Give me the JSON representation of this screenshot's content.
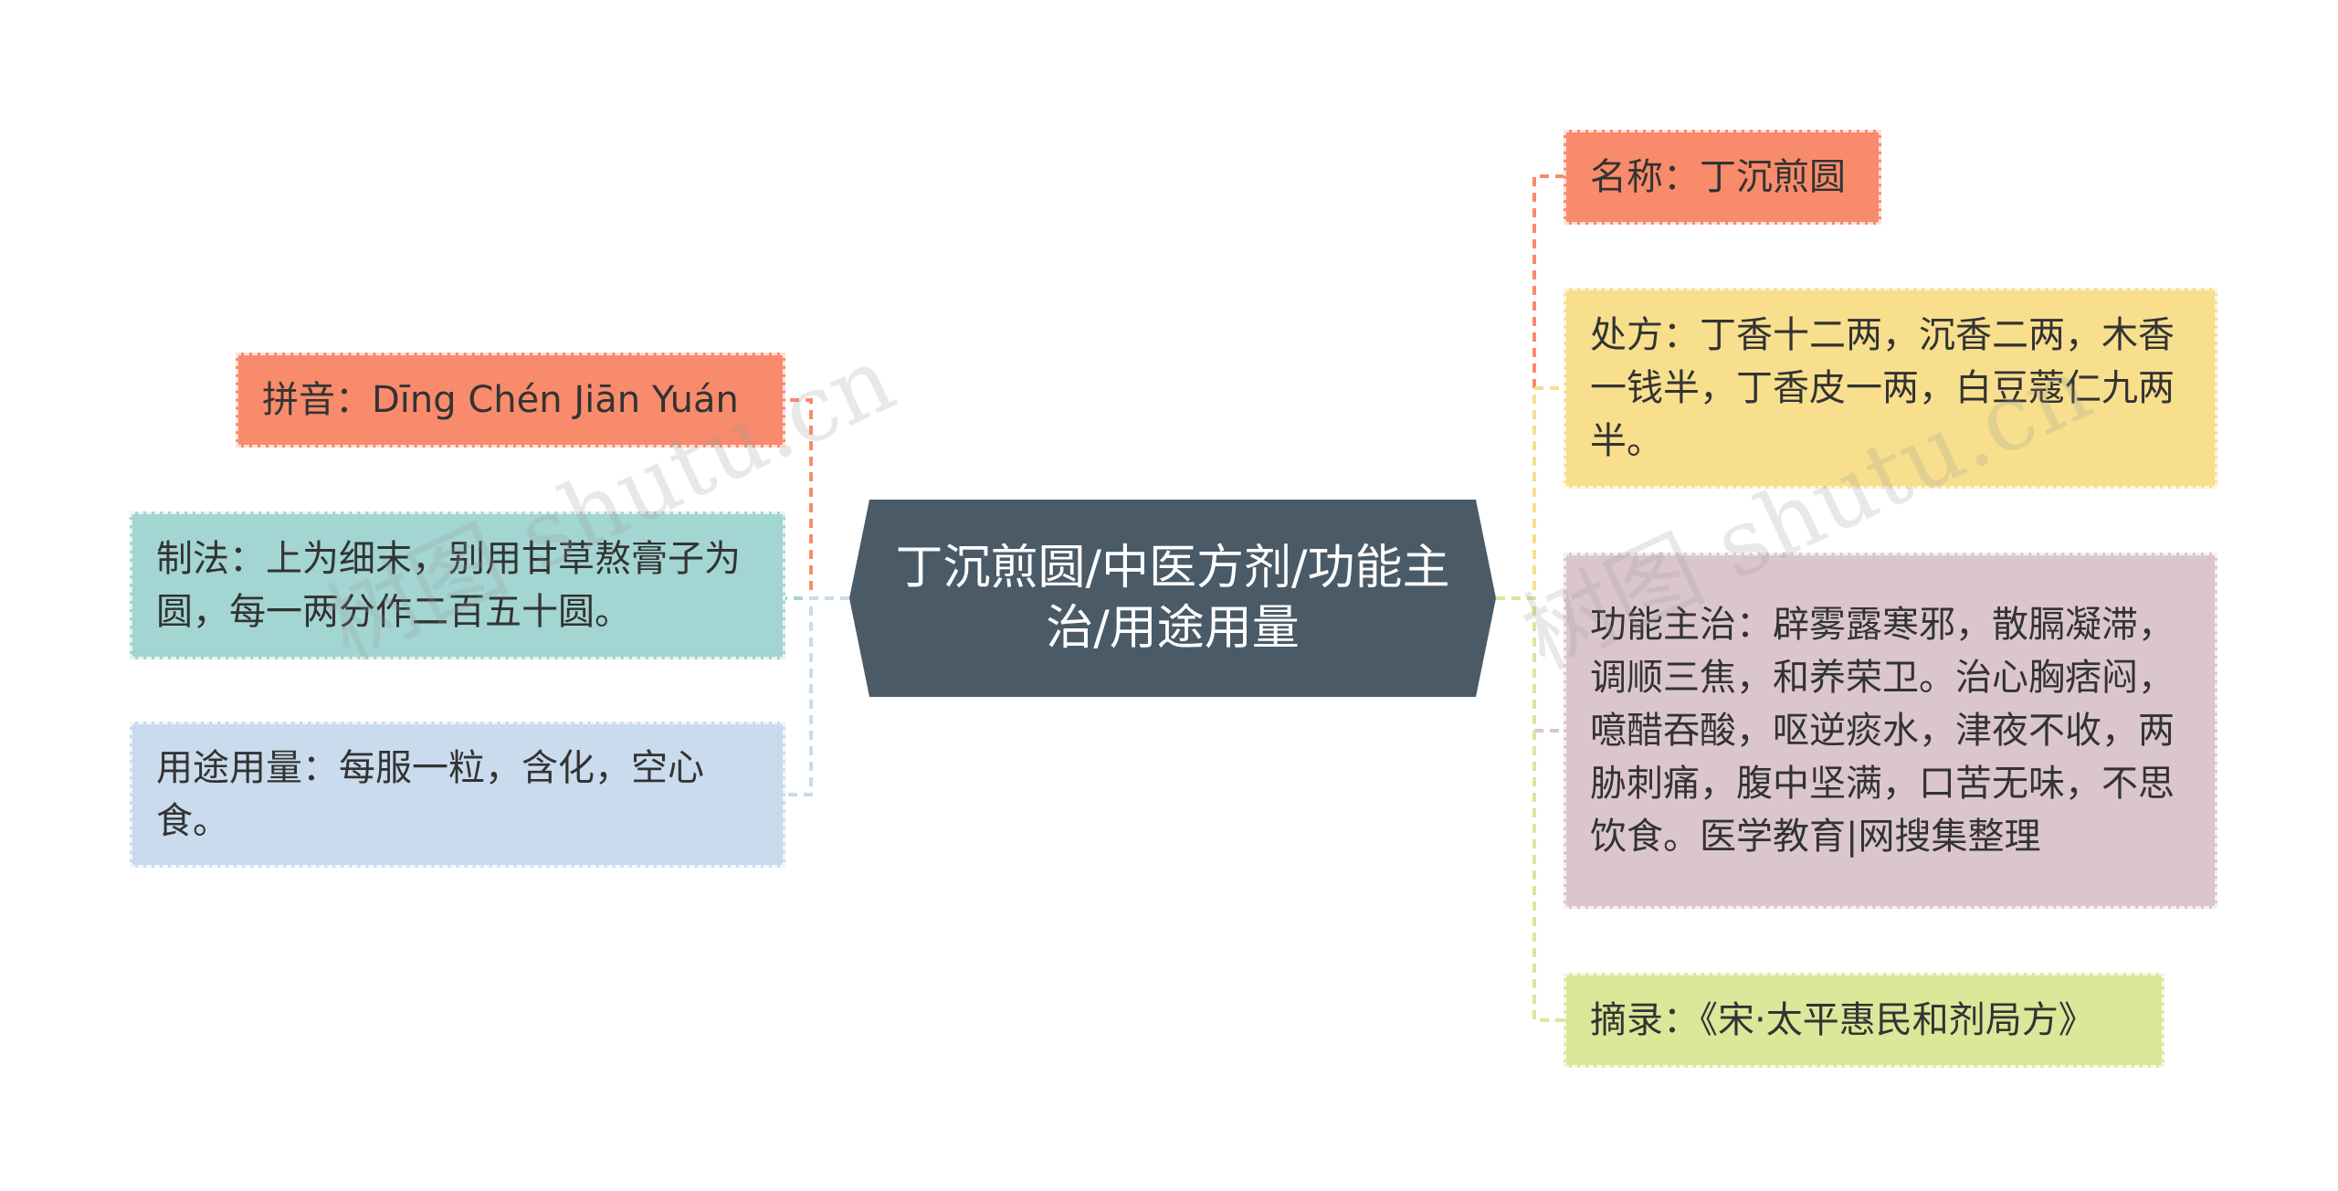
{
  "center": {
    "label": "丁沉煎圆/中医方剂/功能主治/用途用量",
    "color": "#4a5a67"
  },
  "left_nodes": [
    {
      "label": "拼音：Dīng Chén Jiān Yuán",
      "color": "#f88b6c"
    },
    {
      "label": "制法：上为细末，别用甘草熬膏子为圆，每一两分作二百五十圆。",
      "color": "#a3d5d2"
    },
    {
      "label": "用途用量：每服一粒，含化，空心食。",
      "color": "#c9dbed"
    }
  ],
  "right_nodes": [
    {
      "label": "名称：丁沉煎圆",
      "color": "#f88b6c"
    },
    {
      "label": "处方：丁香十二两，沉香二两，木香一钱半，丁香皮一两，白豆蔻仁九两半。",
      "color": "#f7df8e"
    },
    {
      "label": "功能主治：辟雾露寒邪，散膈凝滞，调顺三焦，和养荣卫。治心胸痞闷，噫醋吞酸，呕逆痰水，津夜不收，两胁刺痛，腹中坚满，口苦无味，不思饮食。医学教育|网搜集整理",
      "color": "#dbc6d0"
    },
    {
      "label": "摘录：《宋·太平惠民和剂局方》",
      "color": "#d9e899"
    }
  ],
  "watermark": "树图 shutu.cn"
}
